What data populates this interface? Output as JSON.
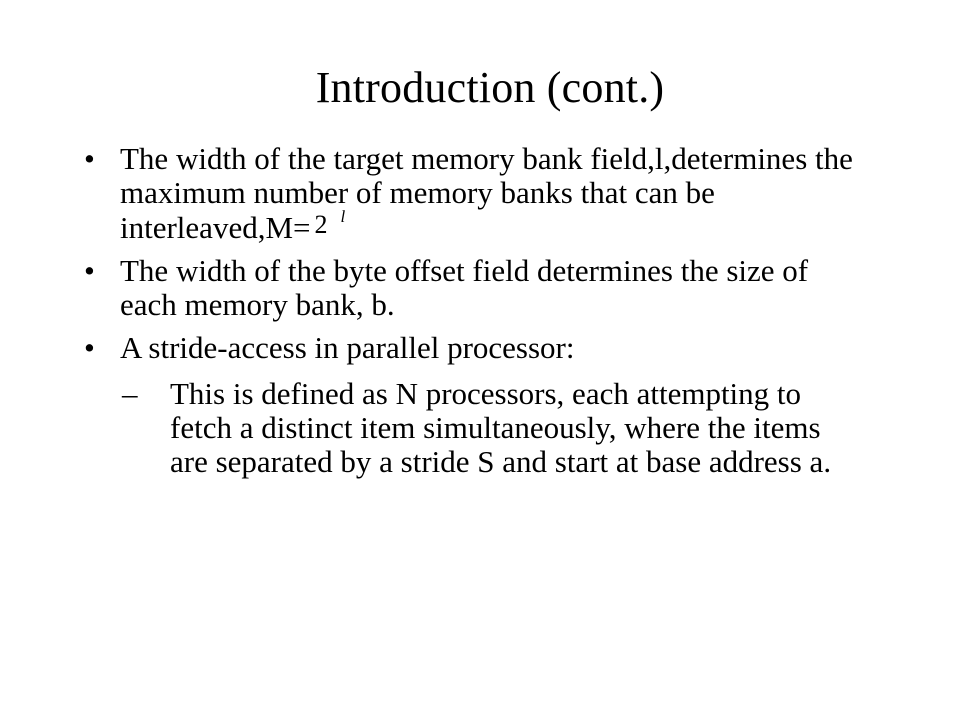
{
  "slide": {
    "title": "Introduction (cont.)",
    "bullet_mark": "•",
    "sub_mark": "–",
    "bullets": [
      {
        "text": "The width of the target memory bank field,l,determines the maximum number of memory banks that can be interleaved,M=",
        "formula_base": "2",
        "formula_exponent": "l"
      },
      {
        "text": "The width of the byte offset field determines the size of each memory bank, b."
      },
      {
        "text": "A stride-access in parallel processor:",
        "subbullets": [
          "This is defined as N processors, each attempting to fetch a distinct item simultaneously, where the items are separated by a stride S and start at base address a."
        ]
      }
    ]
  }
}
